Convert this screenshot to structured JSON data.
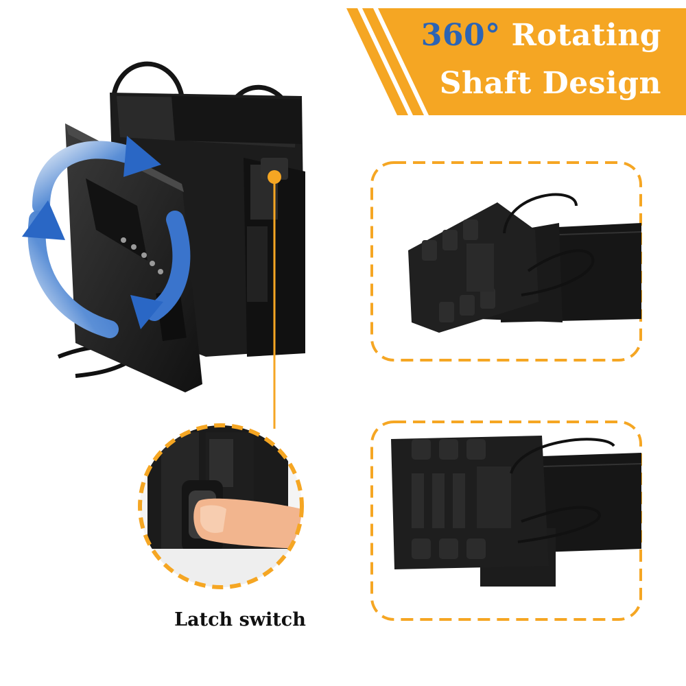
{
  "banner": {
    "accent_text": "360°",
    "line1_rest": " Rotating",
    "line2": "Shaft Design"
  },
  "caption": "Latch switch",
  "colors": {
    "orange": "#f5a623",
    "blue": "#2c64b4",
    "product_black": "#1a1a1a"
  }
}
